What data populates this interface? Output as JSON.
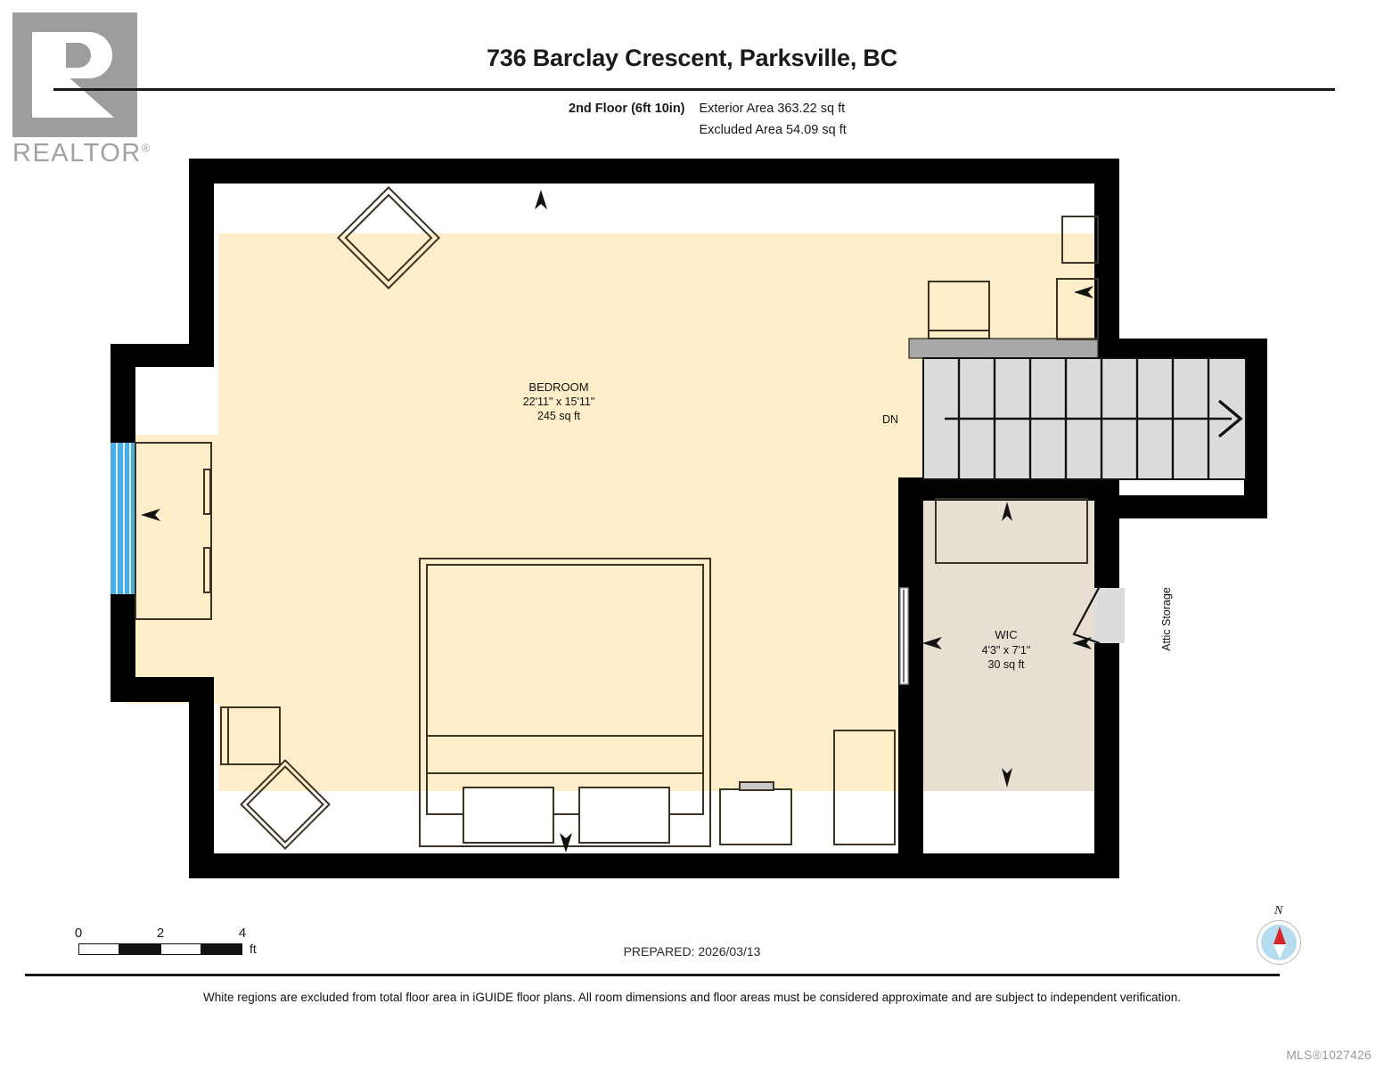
{
  "brand": {
    "logo_name": "realtor-logo",
    "wordmark": "REALTOR",
    "wordmark_sup": "®"
  },
  "header": {
    "title": "736 Barclay Crescent, Parksville, BC",
    "floor_label": "2nd Floor (6ft 10in)",
    "exterior_area": "Exterior Area 363.22 sq ft",
    "excluded_area": "Excluded Area 54.09 sq ft"
  },
  "floorplan": {
    "rooms": [
      {
        "id": "bedroom",
        "name": "BEDROOM",
        "dimensions": "22'11\" x 15'11\"",
        "area": "245 sq ft",
        "fill": "#fdeec9"
      },
      {
        "id": "wic",
        "name": "WIC",
        "dimensions": "4'3\" x 7'1\"",
        "area": "30 sq ft",
        "fill": "#e8dfd3"
      }
    ],
    "labels": {
      "stairs_direction": "DN",
      "attic_storage": "Attic Storage"
    },
    "colors": {
      "wall": "#000000",
      "bedroom_fill": "#fdeec9",
      "wic_fill": "#e8dfd3",
      "stair_fill": "#dcdcde",
      "excluded_fill": "#ffffff",
      "window_blue": "#4aaee0",
      "furniture_stroke": "#3b3323",
      "landing_grey": "#a9a9a9"
    }
  },
  "scalebar": {
    "tick_0": "0",
    "tick_2": "2",
    "tick_4": "4",
    "unit": "ft"
  },
  "footer": {
    "prepared": "PREPARED: 2026/03/13",
    "compass_north": "N",
    "disclaimer": "White regions are excluded from total floor area in iGUIDE floor plans. All room dimensions and floor areas must be considered approximate and are subject to independent verification.",
    "mls": "MLS®1027426"
  }
}
